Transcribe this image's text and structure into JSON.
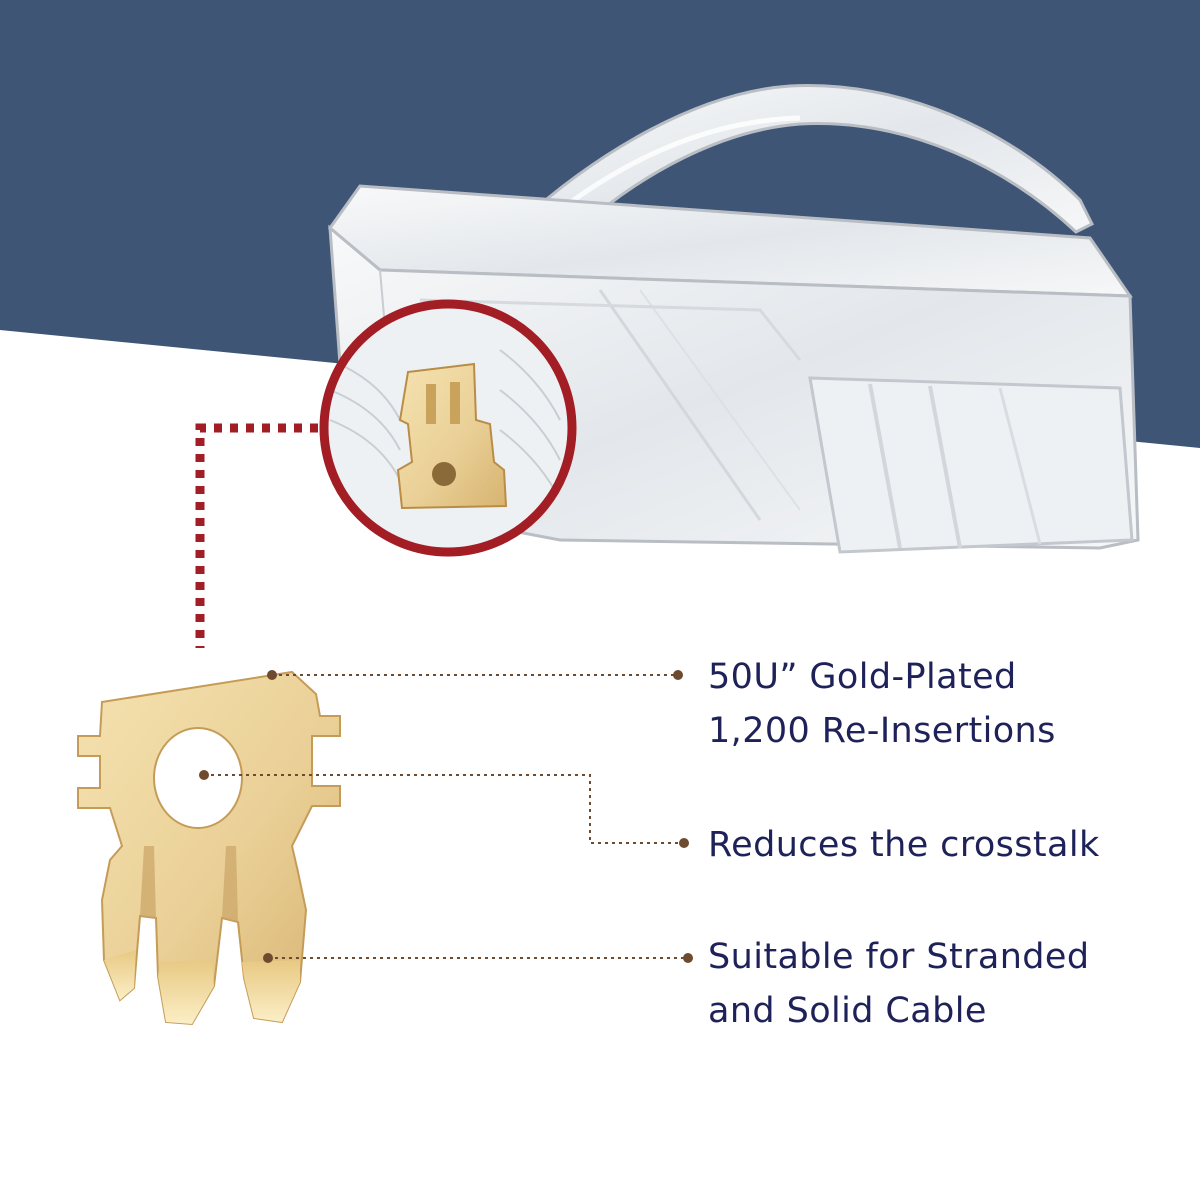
{
  "colors": {
    "band_navy": "#3e5576",
    "text_navy": "#1e2259",
    "accent_red": "#a31d24",
    "leader_brown": "#6e4a2e",
    "gold_light": "#f2dca6",
    "gold_mid": "#e4c07e",
    "gold_dark": "#b98d45",
    "plastic_edge": "#b9bec4",
    "plastic_fill": "#eceff2"
  },
  "icons": {
    "connector": "rj45-connector-icon",
    "zoom_ring": "magnify-ring-icon",
    "contact_blade": "gold-contact-blade-icon"
  },
  "callouts": {
    "gold_plated": {
      "line1": "50U” Gold-Plated",
      "line2": "1,200 Re-Insertions"
    },
    "crosstalk": {
      "line1": "Reduces the crosstalk"
    },
    "stranded_solid": {
      "line1": "Suitable for Stranded",
      "line2": "and Solid Cable"
    }
  }
}
